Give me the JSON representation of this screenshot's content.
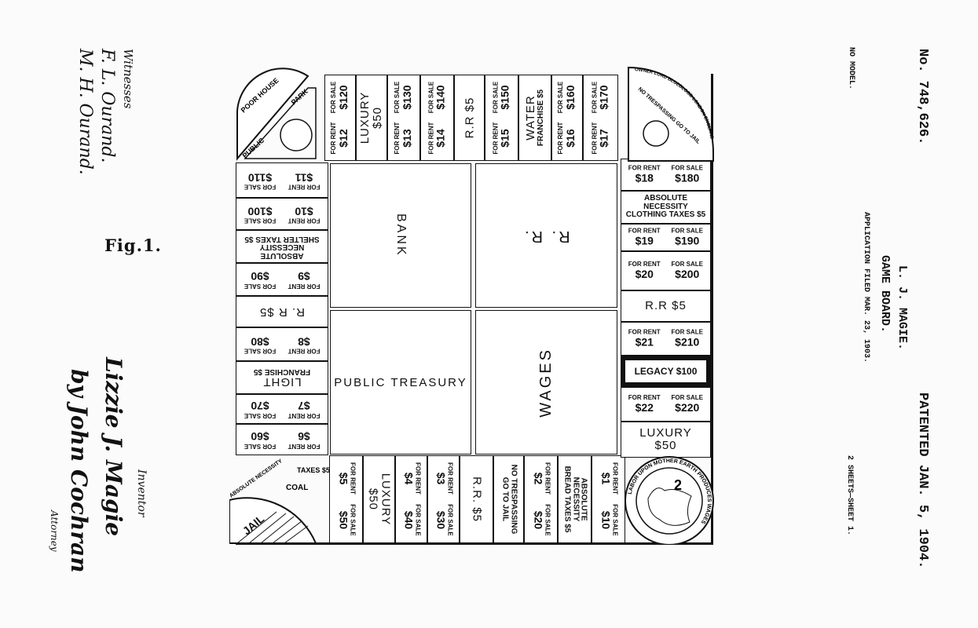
{
  "header": {
    "patent_no": "No. 748,626.",
    "patented": "PATENTED JAN. 5, 1904.",
    "no_model": "NO MODEL.",
    "inventor_name": "L. J. MAGIE.",
    "title": "GAME BOARD.",
    "application": "APPLICATION FILED MAR. 23, 1903.",
    "sheets": "2 SHEETS—SHEET 1."
  },
  "figure_label": "Fig.1.",
  "witnesses": {
    "label": "Witnesses",
    "names": [
      "F. L. Ourand.",
      "M. H. Ourand."
    ]
  },
  "inventor": {
    "label": "Inventor",
    "signature": "Lizzie J. Magie",
    "by": "by John Cochran",
    "attorney_label": "Attorney"
  },
  "board": {
    "center": [
      "BANK",
      "R. R.",
      "PUBLIC TREASURY",
      "WAGES"
    ],
    "corners": {
      "top_left": [
        "POOR HOUSE",
        "PUBLIC",
        "PARK"
      ],
      "top_right": [
        "OWNER LORD BLUEBLOOD LONDON ENGLAND",
        "NO TRESPASSING GO TO JAIL"
      ],
      "bottom_left": [
        "ABSOLUTE NECESSITY",
        "COAL",
        "TAXES $5",
        "JAIL"
      ],
      "bottom_right": [
        "LABOR UPON MOTHER EARTH PRODUCES WAGES",
        "2"
      ]
    },
    "top_row": [
      {
        "rent": "$12",
        "sale": "$120"
      },
      {
        "text": [
          "LUXURY",
          "$50"
        ]
      },
      {
        "rent": "$13",
        "sale": "$130"
      },
      {
        "rent": "$14",
        "sale": "$140"
      },
      {
        "text": [
          "R.R $5"
        ]
      },
      {
        "rent": "$15",
        "sale": "$150"
      },
      {
        "text": [
          "WATER",
          "FRANCHISE $5"
        ]
      },
      {
        "rent": "$16",
        "sale": "$160"
      },
      {
        "rent": "$17",
        "sale": "$170"
      }
    ],
    "right_col": [
      {
        "rent": "$18",
        "sale": "$180"
      },
      {
        "text": [
          "ABSOLUTE NECESSITY",
          "CLOTHING TAXES $5"
        ]
      },
      {
        "rent": "$19",
        "sale": "$190"
      },
      {
        "rent": "$20",
        "sale": "$200"
      },
      {
        "text": [
          "R.R $5"
        ]
      },
      {
        "rent": "$21",
        "sale": "$210"
      },
      {
        "text": [
          "LEGACY $100"
        ],
        "legacy": true
      },
      {
        "rent": "$22",
        "sale": "$220"
      },
      {
        "text": [
          "LUXURY",
          "$50"
        ]
      }
    ],
    "bottom_row": [
      {
        "rent": "$5",
        "sale": "$50"
      },
      {
        "text": [
          "LUXURY",
          "$50"
        ]
      },
      {
        "rent": "$4",
        "sale": "$40"
      },
      {
        "rent": "$3",
        "sale": "$30"
      },
      {
        "text": [
          "R.R. $5"
        ]
      },
      {
        "text": [
          "NO TRESPASSING",
          "GO TO JAIL"
        ]
      },
      {
        "rent": "$2",
        "sale": "$20"
      },
      {
        "text": [
          "ABSOLUTE NECESSITY",
          "BREAD TAXES $5"
        ]
      },
      {
        "rent": "$1",
        "sale": "$10"
      }
    ],
    "left_col": [
      {
        "rent": "$11",
        "sale": "$110"
      },
      {
        "rent": "$10",
        "sale": "$100"
      },
      {
        "text": [
          "ABSOLUTE NECESSITY",
          "SHELTER TAXES $5"
        ]
      },
      {
        "rent": "$9",
        "sale": "$90"
      },
      {
        "text": [
          "R. R $5"
        ]
      },
      {
        "rent": "$8",
        "sale": "$80"
      },
      {
        "text": [
          "LIGHT",
          "FRANCHISE $5"
        ]
      },
      {
        "rent": "$7",
        "sale": "$70"
      },
      {
        "rent": "$6",
        "sale": "$60"
      }
    ],
    "for_rent_label": "FOR RENT",
    "for_sale_label": "FOR SALE"
  }
}
